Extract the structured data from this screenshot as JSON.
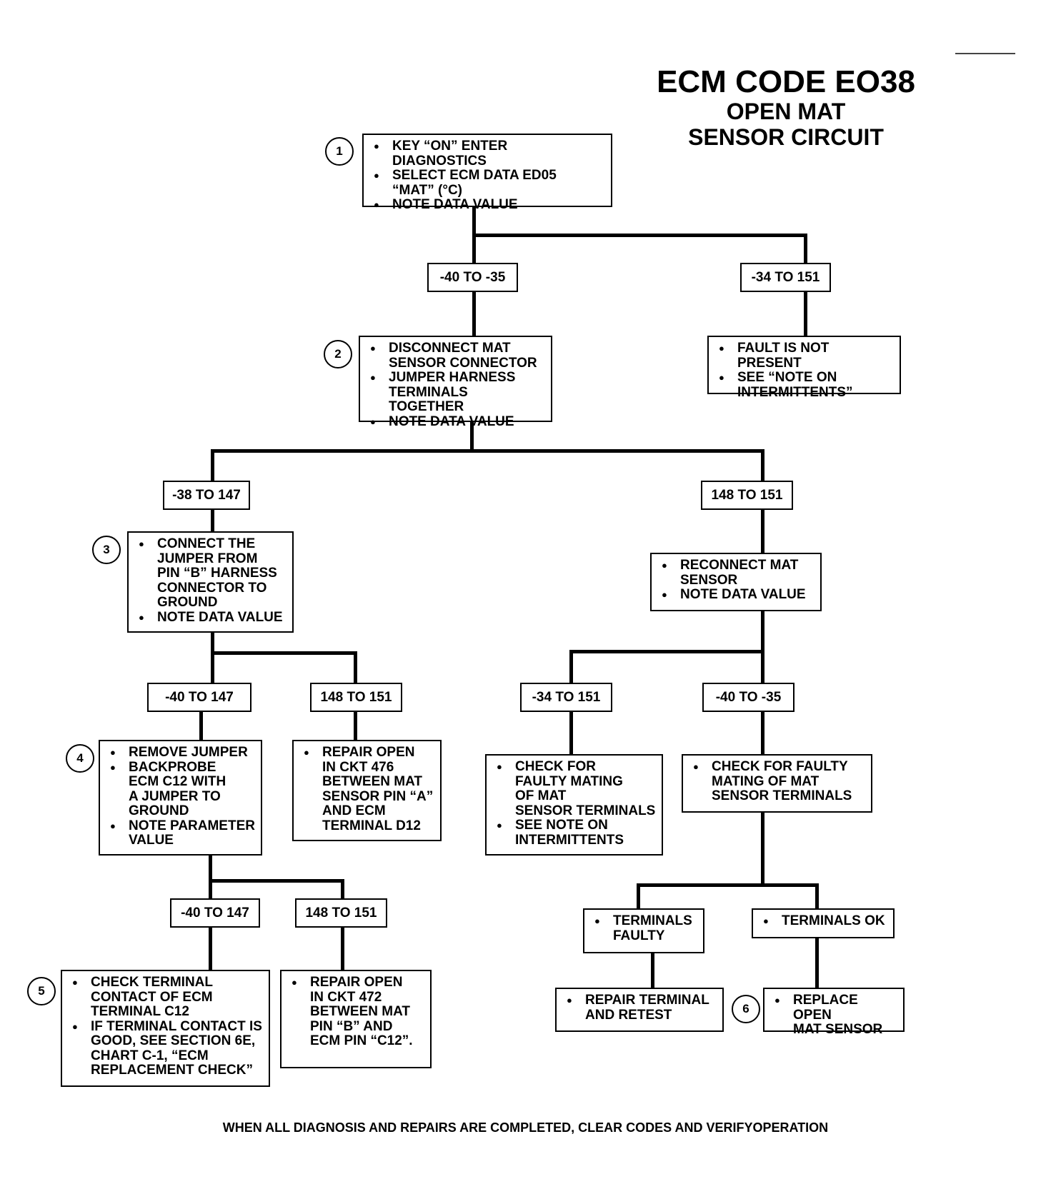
{
  "title": {
    "line1": "ECM CODE EO38",
    "line2": "OPEN MAT",
    "line3": "SENSOR CIRCUIT"
  },
  "steps": {
    "s1": {
      "number": "1",
      "items": [
        "KEY “ON” ENTER DIAGNOSTICS",
        "SELECT ECM DATA ED05\n“MAT” (°C)",
        "NOTE DATA VALUE"
      ]
    },
    "s2": {
      "number": "2",
      "items": [
        "DISCONNECT MAT\nSENSOR CONNECTOR",
        "JUMPER HARNESS\nTERMINALS TOGETHER",
        "NOTE DATA VALUE"
      ]
    },
    "s3": {
      "number": "3",
      "items": [
        "CONNECT THE\nJUMPER FROM\nPIN “B” HARNESS\nCONNECTOR TO\nGROUND",
        "NOTE DATA VALUE"
      ]
    },
    "s4": {
      "number": "4",
      "items": [
        "REMOVE JUMPER",
        "BACKPROBE\nECM C12 WITH\nA JUMPER TO\nGROUND",
        "NOTE PARAMETER\nVALUE"
      ]
    },
    "s5": {
      "number": "5",
      "items": [
        "CHECK TERMINAL\nCONTACT OF ECM\nTERMINAL C12",
        "IF TERMINAL CONTACT IS\nGOOD, SEE SECTION 6E,\nCHART C-1, “ECM\nREPLACEMENT CHECK”"
      ]
    },
    "s6": {
      "number": "6",
      "items": [
        "REPLACE OPEN\nMAT SENSOR"
      ]
    }
  },
  "values": {
    "v1_left": "-40 TO -35",
    "v1_right": "-34 TO 151",
    "v2_left": "-38 TO 147",
    "v2_right": "148 TO 151",
    "v3_left": "-40 TO 147",
    "v3_right": "148 TO 151",
    "v4_left": "-40 TO 147",
    "v4_right": "148 TO 151",
    "vr_left": "-34 TO 151",
    "vr_right": "-40 TO -35"
  },
  "boxes": {
    "fault_not_present": [
      "FAULT IS NOT PRESENT",
      "SEE “NOTE ON\nINTERMITTENTS”"
    ],
    "reconnect": [
      "RECONNECT MAT\nSENSOR",
      "NOTE DATA VALUE"
    ],
    "repair_476": [
      "REPAIR OPEN\nIN CKT 476\nBETWEEN MAT\nSENSOR PIN “A”\nAND ECM\nTERMINAL D12"
    ],
    "repair_472": [
      "REPAIR OPEN\nIN CKT 472\nBETWEEN MAT\nPIN “B” AND\nECM PIN “C12”."
    ],
    "check_faulty_mating": [
      "CHECK FOR\nFAULTY MATING\nOF MAT\nSENSOR TERMINALS",
      "SEE NOTE ON\nINTERMITTENTS"
    ],
    "check_faulty_mating2": [
      "CHECK FOR FAULTY\nMATING OF MAT\nSENSOR TERMINALS"
    ],
    "terminals_faulty": [
      "TERMINALS\nFAULTY"
    ],
    "terminals_ok": [
      "TERMINALS OK"
    ],
    "repair_terminal": [
      "REPAIR TERMINAL\nAND RETEST"
    ]
  },
  "footer": "WHEN ALL DIAGNOSIS AND REPAIRS ARE COMPLETED, CLEAR CODES AND VERIFYOPERATION"
}
